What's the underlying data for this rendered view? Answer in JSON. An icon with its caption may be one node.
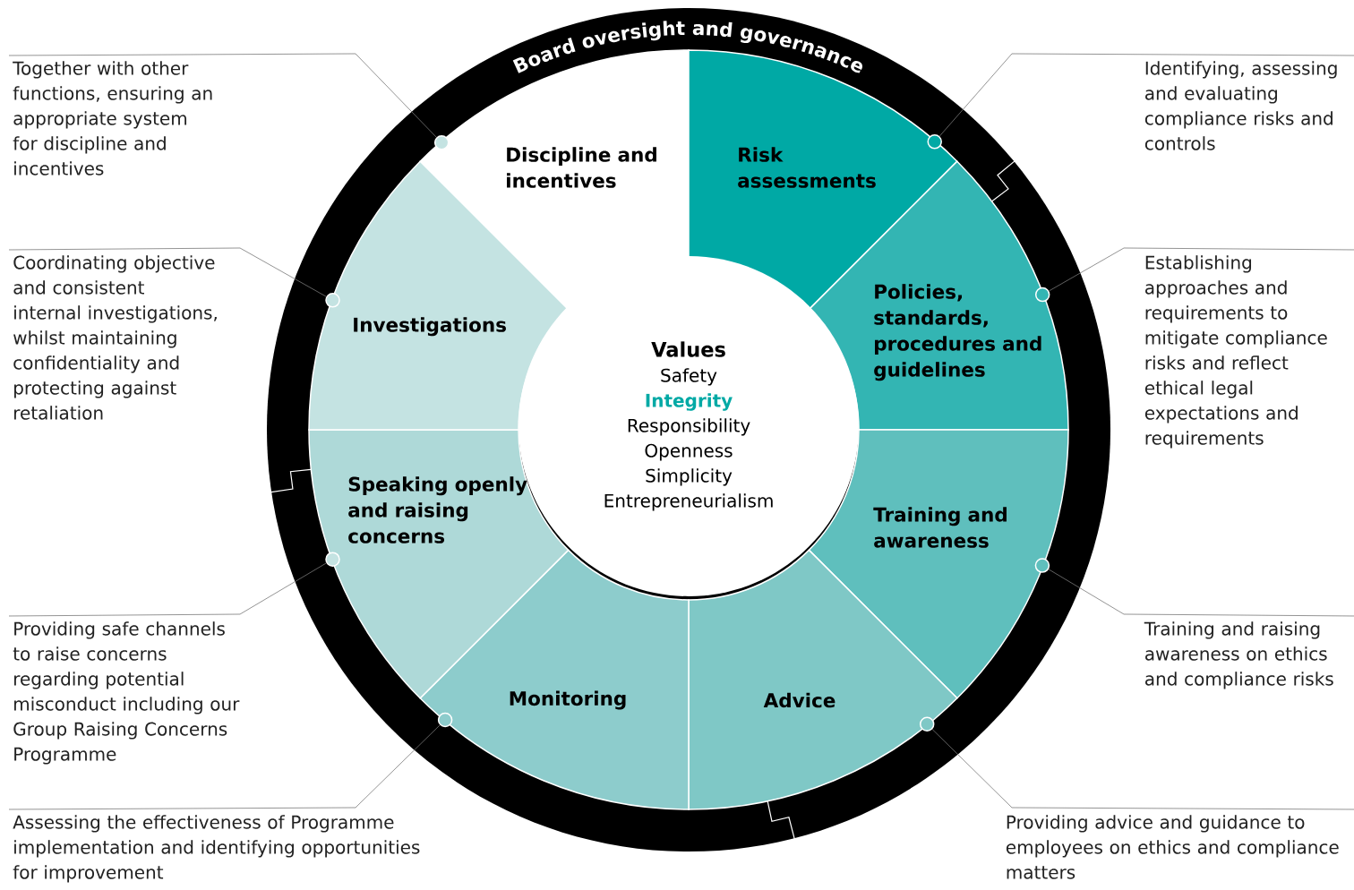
{
  "diagram": {
    "nodes": [
      {
        "text": [
          "Board oversight and governance"
        ]
      },
      {
        "text": [
          "Discipline and incentives"
        ],
        "in": 0
      },
      {
        "text": [
          "Risk assessments"
        ],
        "in": 0
      },
      {
        "text": [
          "Policies, standards, procedures and guidelines"
        ],
        "in": 0
      },
      {
        "text": [
          "Training and awareness"
        ],
        "in": 0
      },
      {
        "text": [
          "Advice"
        ],
        "in": 0
      },
      {
        "text": [
          "Monitoring"
        ],
        "in": 0
      },
      {
        "text": [
          "Speaking openly and raising concerns"
        ],
        "in": 0
      },
      {
        "text": [
          "Investigations"
        ],
        "in": 0
      },
      {
        "text": [
          "Values",
          "Safety",
          "Integrity",
          "Responsibility",
          "Openness",
          "Simplicity",
          "Entrepreneurialism"
        ],
        "in": 0
      },
      {
        "text": [
          "Together with other functions, ensuring an appropriate system for discipline and incentives"
        ]
      },
      {
        "text": [
          "Identifying, assessing and evaluating compliance risks and controls"
        ]
      },
      {
        "text": [
          "Establishing approaches and requirements to mitigate compliance risks and reflect ethical legal expectations and requirements"
        ]
      },
      {
        "text": [
          "Training and raising awareness on ethics and compliance risks"
        ]
      },
      {
        "text": [
          "Providing advice and guidance to employees on ethics and compliance matters"
        ]
      },
      {
        "text": [
          "Assessing the effectiveness of Programme implementation and identifying opportunities for improvement"
        ]
      },
      {
        "text": [
          "Providing safe channels to raise concerns regarding potential misconduct including our Group Raising Concerns Programme"
        ]
      },
      {
        "text": [
          "Coordinating objective and consistent internal investigations, whilst maintaining confidentiality and protecting against retaliation"
        ]
      },
      {
        "text": [],
        "shape": "circle",
        "in": 1
      },
      {
        "text": [],
        "shape": "circle",
        "in": 2
      },
      {
        "text": [],
        "shape": "circle",
        "in": 3
      },
      {
        "text": [],
        "shape": "circle",
        "in": 4
      },
      {
        "text": [],
        "shape": "circle",
        "in": 5
      },
      {
        "text": [],
        "shape": "circle",
        "in": 6
      },
      {
        "text": [],
        "shape": "circle",
        "in": 7
      },
      {
        "text": [],
        "shape": "circle",
        "in": 8
      }
    ],
    "edges": [
      {
        "from": 10,
        "to": 18,
        "arrow": "none"
      },
      {
        "from": 11,
        "to": 19,
        "arrow": "none"
      },
      {
        "from": 12,
        "to": 20,
        "arrow": "none"
      },
      {
        "from": 13,
        "to": 21,
        "arrow": "none"
      },
      {
        "from": 14,
        "to": 22,
        "arrow": "none"
      },
      {
        "from": 15,
        "to": 23,
        "arrow": "none"
      },
      {
        "from": 16,
        "to": 24,
        "arrow": "none"
      },
      {
        "from": 17,
        "to": 25,
        "arrow": "none"
      }
    ]
  }
}
